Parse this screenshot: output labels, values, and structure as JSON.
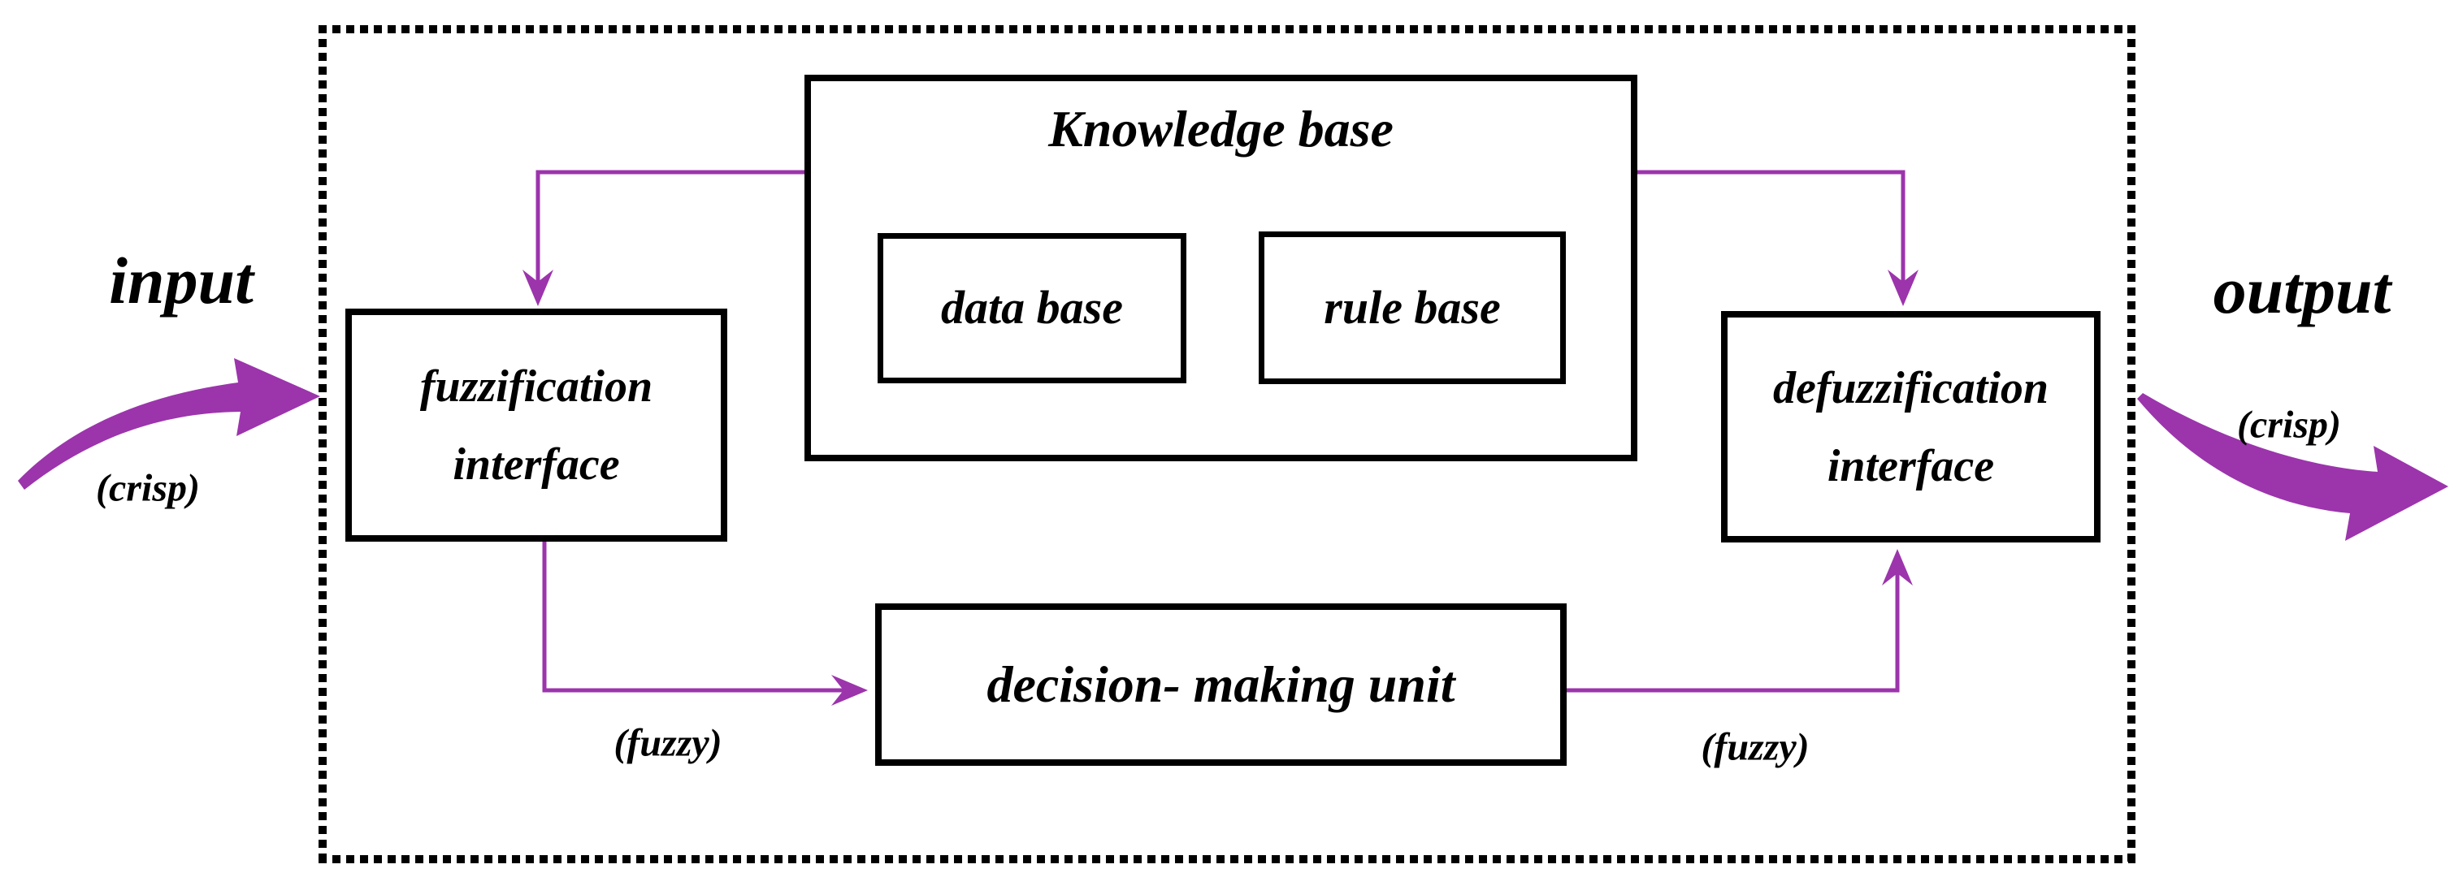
{
  "colors": {
    "arrow": "#9C34AC",
    "border": "#000000",
    "background": "#FFFFFF"
  },
  "labels": {
    "input": "input",
    "input_type": "(crisp)",
    "output": "output",
    "output_type": "(crisp)",
    "fuzzy_left": "(fuzzy)",
    "fuzzy_right": "(fuzzy)"
  },
  "nodes": {
    "knowledge_base": {
      "title": "Knowledge base"
    },
    "data_base": {
      "label": "data base"
    },
    "rule_base": {
      "label": "rule base"
    },
    "fuzzification": {
      "line1": "fuzzification",
      "line2": "interface"
    },
    "defuzzification": {
      "line1": "defuzzification",
      "line2": "interface"
    },
    "decision_making": {
      "label": "decision- making unit"
    }
  }
}
